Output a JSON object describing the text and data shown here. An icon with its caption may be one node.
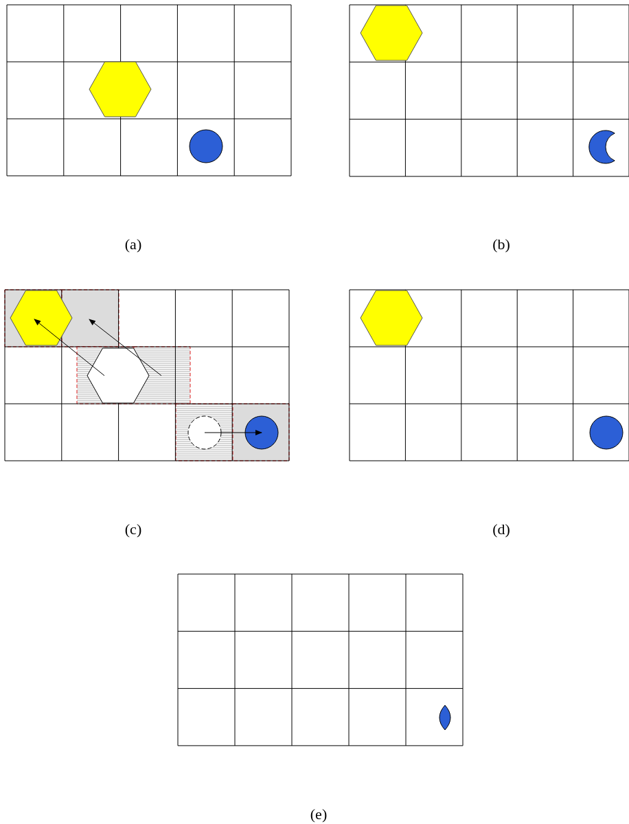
{
  "diagram": {
    "nodes": [
      {
        "text": [],
        "shape": "hexagon"
      },
      {
        "text": [],
        "shape": "circle"
      },
      {
        "text": [],
        "shape": "hexagon"
      },
      {
        "text": [],
        "shape": "crescent"
      },
      {
        "text": [],
        "shape": "hexagon"
      },
      {
        "text": [],
        "shape": "hexagon"
      },
      {
        "text": [],
        "shape": "circle"
      },
      {
        "text": [],
        "shape": "circle"
      },
      {
        "text": [],
        "shape": "hexagon"
      },
      {
        "text": [],
        "shape": "circle"
      },
      {
        "text": [],
        "shape": "lens"
      }
    ],
    "edges": [
      {
        "from": 5,
        "to": 4,
        "arrow": "to"
      },
      {
        "from": 6,
        "to": 7,
        "arrow": "to"
      }
    ],
    "labels": [
      "(a)",
      "(b)",
      "(c)",
      "(d)",
      "(e)"
    ]
  }
}
